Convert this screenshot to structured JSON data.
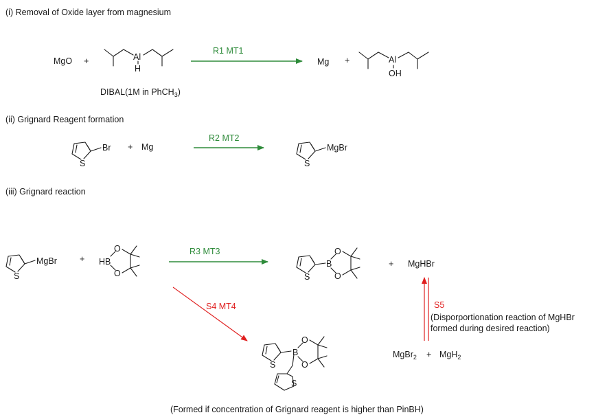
{
  "sections": {
    "s1_title": "(i) Removal of Oxide layer from magnesium",
    "s2_title": "(ii) Grignard Reagent formation",
    "s3_title": "(iii) Grignard reaction"
  },
  "reaction1": {
    "reactant_mgo": "MgO",
    "plus1": "+",
    "dibal_al": "Al",
    "dibal_h": "H",
    "dibal_label": "DIBAL(1M in PhCH",
    "dibal_label_sub": "3",
    "dibal_label_close": ")",
    "condition": "R1 MT1",
    "product_mg": "Mg",
    "plus2": "+",
    "product_al": "Al",
    "product_oh": "OH"
  },
  "reaction2": {
    "reactant_br": "Br",
    "reactant_s": "S",
    "plus": "+",
    "reactant_mg": "Mg",
    "condition": "R2 MT2",
    "product_mgbr": "MgBr",
    "product_s": "S"
  },
  "reaction3": {
    "reactant_mgbr": "MgBr",
    "reactant_s": "S",
    "plus1": "+",
    "pinbh_hb": "HB",
    "pinbh_o_top": "O",
    "pinbh_o_bottom": "O",
    "condition": "R3 MT3",
    "product_b": "B",
    "product_o_top": "O",
    "product_o_bottom": "O",
    "product_s": "S",
    "plus2": "+",
    "byproduct": "MgHBr",
    "side_condition": "S4 MT4",
    "side_b": "B",
    "side_o_top": "O",
    "side_o_bottom": "O",
    "side_s1": "S",
    "side_s2": "S",
    "side_note": "(Formed if concentration of Grignard reagent is higher than PinBH)",
    "s5_label": "S5",
    "s5_note_line1": "(Disporportionation reaction of MgHBr",
    "s5_note_line2": "formed during desired reaction)",
    "mgbr2_base": "MgBr",
    "mgbr2_sub": "2",
    "plus3": "+",
    "mgh2_base": "MgH",
    "mgh2_sub": "2"
  },
  "colors": {
    "green_arrow": "#2e8b3a",
    "red_arrow": "#e02020",
    "text": "#1a1a1a"
  }
}
